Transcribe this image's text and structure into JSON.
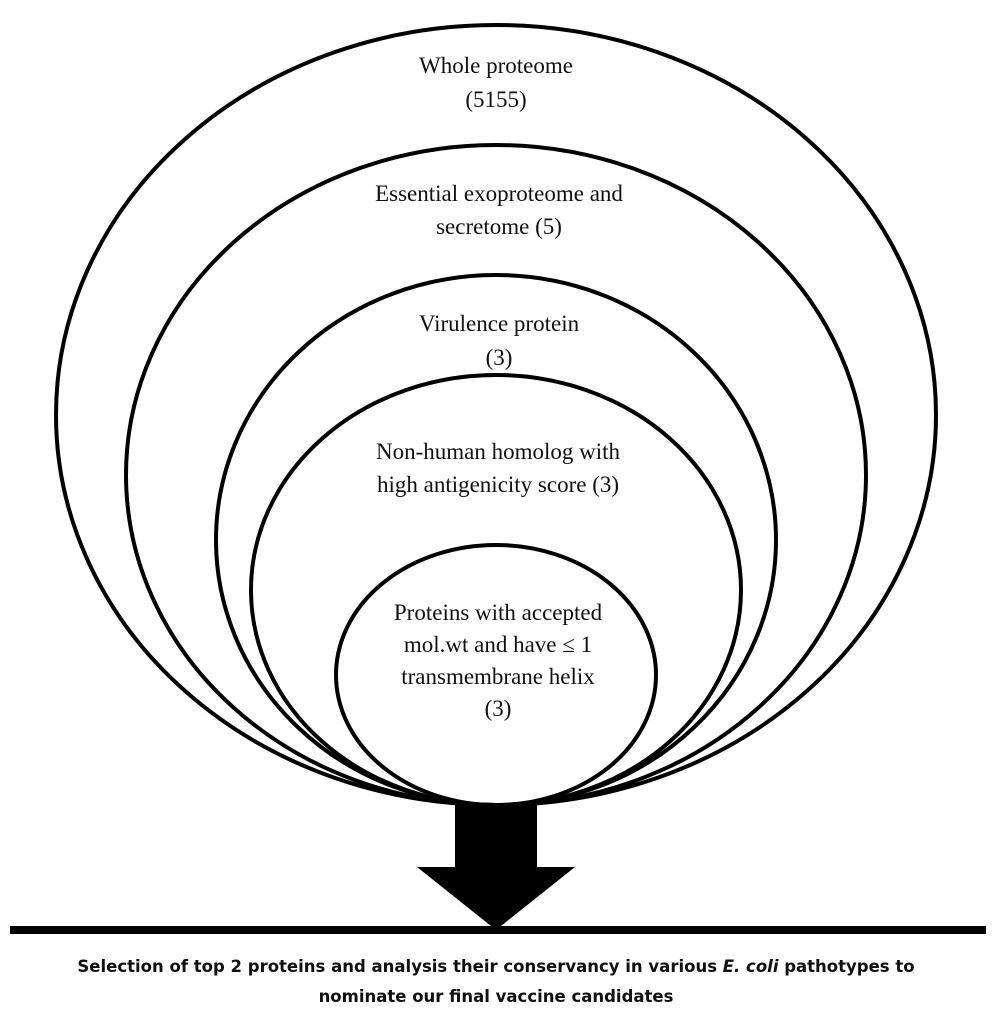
{
  "levels": [
    {
      "line1": "Whole proteome",
      "line2": "(5155)"
    },
    {
      "line1": "Essential exoproteome and",
      "line2": "secretome (5)"
    },
    {
      "line1": "Virulence protein",
      "line2": "(3)"
    },
    {
      "line1": "Non-human homolog with",
      "line2": "high antigenicity score (3)"
    },
    {
      "line1": "Proteins with accepted",
      "line2": "mol.wt and have ≤ 1",
      "line3": "transmembrane helix",
      "line4": "(3)"
    }
  ],
  "caption": {
    "line1_before": "Selection of top 2 proteins and analysis their conservancy in various ",
    "line1_italic": "E. coli",
    "line1_after": " pathotypes to",
    "line2": "nominate our final vaccine candidates"
  }
}
